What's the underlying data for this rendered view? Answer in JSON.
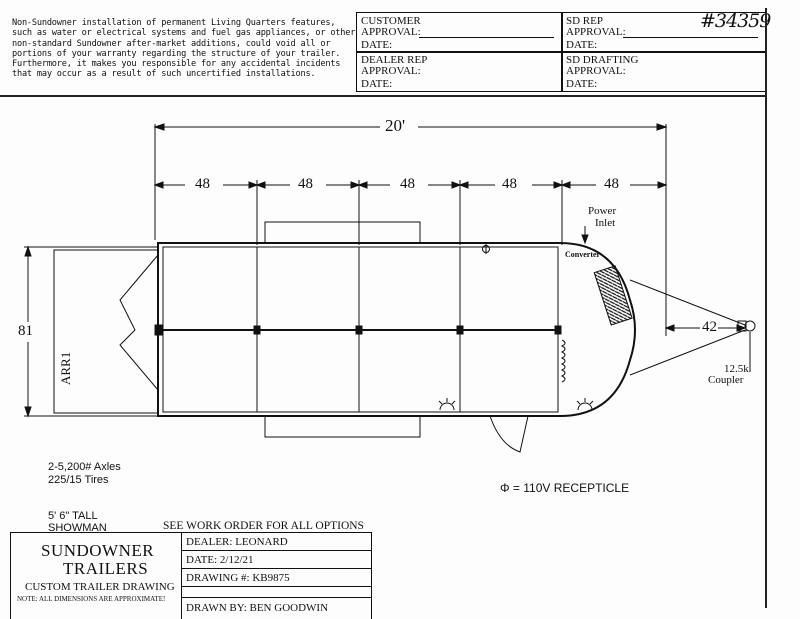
{
  "disclaimer": "Non-Sundowner installation of permanent Living Quarters features, such as water or electrical systems and fuel gas appliances, or other non-standard Sundowner after-market additions, could void all or portions of your warranty regarding the structure of your trailer. Furthermore, it makes you responsible for any accidental incidents that may occur as a result of such uncertified installations.",
  "approvals": {
    "customer_1": "CUSTOMER",
    "customer_2": "APPROVAL:",
    "customer_date": "DATE:",
    "dealer_1": "DEALER REP",
    "dealer_2": "APPROVAL:",
    "dealer_date": "DATE:",
    "sd_rep_1": "SD REP",
    "sd_rep_2": "APPROVAL:",
    "sd_rep_date": "DATE:",
    "sd_drafting_1": "SD DRAFTING",
    "sd_drafting_2": "APPROVAL:",
    "sd_drafting_date": "DATE:"
  },
  "serial": "#34359",
  "dimensions": {
    "overall_length": "20'",
    "section_1": "48",
    "section_2": "48",
    "section_3": "48",
    "section_4": "48",
    "section_5": "48",
    "width": "81",
    "tongue": "42"
  },
  "labels": {
    "power_inlet_1": "Power",
    "power_inlet_2": "Inlet",
    "converter": "Converter",
    "ramp": "ARR1",
    "coupler_1": "12.5k",
    "coupler_2": "Coupler"
  },
  "specs": {
    "axles": "2-5,200# Axles",
    "tires": "225/15 Tires",
    "height": "5' 6\" TALL",
    "model": "SHOWMAN"
  },
  "legend": {
    "receptacle_symbol": "Φ",
    "receptacle_text": "= 110V RECEPTICLE"
  },
  "title_block": {
    "work_order": "SEE WORK ORDER FOR ALL OPTIONS",
    "company_1": "SUNDOWNER",
    "company_2": "TRAILERS",
    "drawing_type": "CUSTOM TRAILER DRAWING",
    "approx_note": "NOTE: ALL DIMENSIONS ARE APPROXIMATE!",
    "dealer": "DEALER: LEONARD",
    "date": "DATE: 2/12/21",
    "drawing_no": "DRAWING #: KB9875",
    "drawn_by": "DRAWN BY: BEN GOODWIN"
  }
}
